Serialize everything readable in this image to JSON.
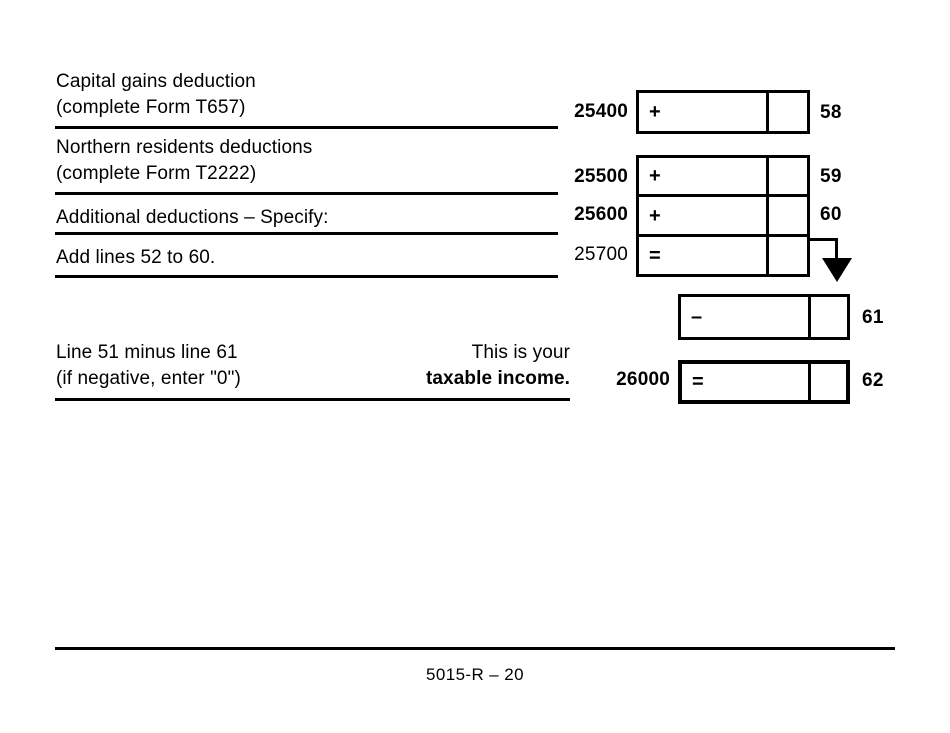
{
  "page": {
    "form_footer_id": "5015-R – 20"
  },
  "rows": [
    {
      "id": "capital-gains-deduction",
      "label_line1": "Capital gains deduction",
      "label_line2": "(complete Form T657)",
      "code": "25400",
      "code_bold": true,
      "operator": "+",
      "line_number": "58",
      "dollars_value": "",
      "cents_value": ""
    },
    {
      "id": "northern-residents-deductions",
      "label_line1": "Northern residents deductions",
      "label_line2": "(complete Form T2222)",
      "code": "25500",
      "code_bold": true,
      "operator": "+",
      "line_number": "59",
      "dollars_value": "",
      "cents_value": ""
    },
    {
      "id": "additional-deductions",
      "label_line1": "Additional deductions – Specify:",
      "label_line2": "",
      "code": "25600",
      "code_bold": true,
      "operator": "+",
      "line_number": "60",
      "dollars_value": "",
      "cents_value": ""
    },
    {
      "id": "add-lines-52-to-60",
      "label_line1": "Add lines 52 to 60.",
      "label_line2": "",
      "code": "25700",
      "code_bold": false,
      "operator": "=",
      "line_number": "",
      "dollars_value": "",
      "cents_value": ""
    }
  ],
  "subtotal_row": {
    "id": "line-61-subtract",
    "operator": "–",
    "line_number": "61",
    "dollars_value": "",
    "cents_value": ""
  },
  "taxable_income_row": {
    "id": "taxable-income",
    "label_line1": "Line 51 minus line 61",
    "label_line2": "(if negative, enter \"0\")",
    "note_line1": "This is your",
    "note_line2": "taxable income.",
    "code": "26000",
    "code_bold": true,
    "operator": "=",
    "line_number": "62",
    "dollars_value": "",
    "cents_value": ""
  }
}
